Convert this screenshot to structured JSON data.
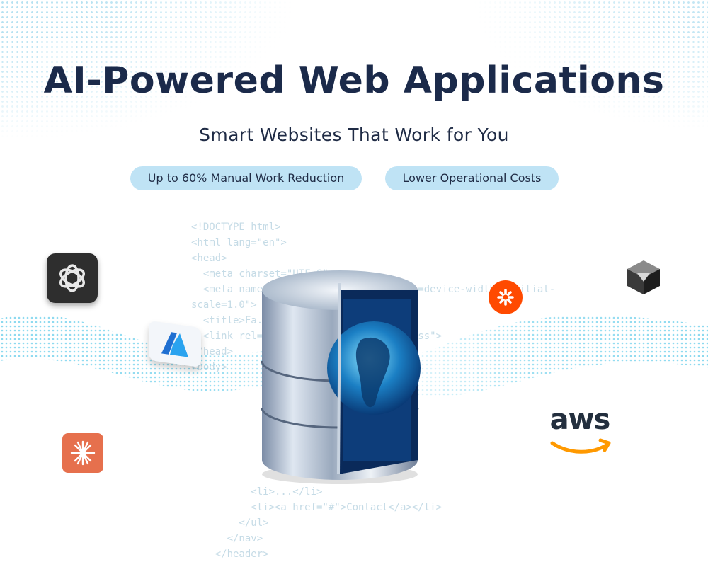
{
  "header": {
    "title": "AI-Powered Web Applications",
    "subtitle": "Smart Websites That Work for You"
  },
  "badges": [
    "Up to 60% Manual Work Reduction",
    "Lower Operational Costs"
  ],
  "code_lines": [
    "<!DOCTYPE html>",
    "<html lang=\"en\">",
    "<head>",
    "  <meta charset=\"UTF-8\">",
    "  <meta name=\"viewport\" content=\"width=device-width, initial-",
    "scale=1.0\">",
    "  <title>Fa...",
    "  <link rel=\"stylesheet\" href=\"style.css\">",
    "</head>",
    "<body>",
    "",
    "",
    "",
    "",
    "",
    "",
    "",
    "          <li>...</li>",
    "          <li><a href=\"#\">Contact</a></li>",
    "        </ul>",
    "      </nav>",
    "    </header>"
  ],
  "logos": {
    "openai": "openai-icon",
    "azure": "azure-icon",
    "claude": "claude-icon",
    "zapier": "zapier-icon",
    "cube": "cube-logo-icon",
    "aws": "aws-logo",
    "aws_text": "aws"
  },
  "colors": {
    "title": "#1b2a4a",
    "pill_bg": "#bfe3f5",
    "accent_cyan": "#6fd0ec",
    "aws_orange": "#ff9900",
    "zapier_orange": "#ff4a00",
    "claude_orange": "#e6704d"
  }
}
